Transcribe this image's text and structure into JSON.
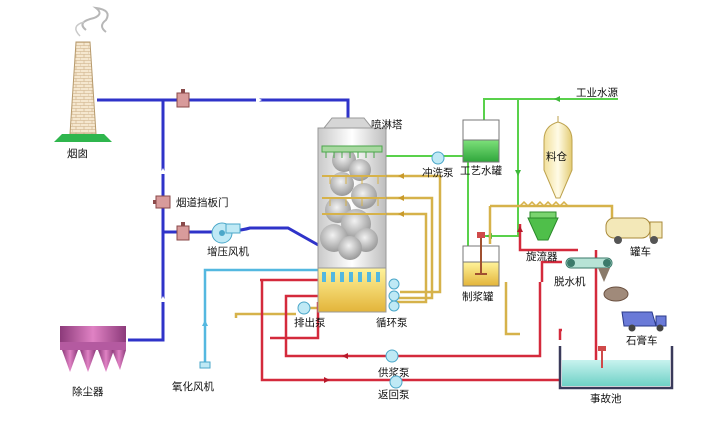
{
  "labels": {
    "chimney": "烟囱",
    "spray_tower": "喷淋塔",
    "industrial_water": "工业水源",
    "process_tank": "工艺水罐",
    "flush_pump": "冲洗泵",
    "silo": "料仓",
    "flue_damper": "烟道挡板门",
    "booster_fan": "增压风机",
    "cyclone": "旋流器",
    "tanker": "罐车",
    "slurry_tank": "制浆罐",
    "dewater": "脱水机",
    "discharge_pump": "排出泵",
    "circ_pump": "循环泵",
    "gypsum_truck": "石膏车",
    "supply_pump": "供浆泵",
    "dust_collector": "除尘器",
    "oxidation_fan": "氧化风机",
    "return_pump": "返回泵",
    "accident_pool": "事故池"
  },
  "colors": {
    "flue_gas": "#2f33c9",
    "water": "#59d14b",
    "slurry": "#d6b24a",
    "return": "#d42a3c",
    "air": "#54b8e0"
  }
}
